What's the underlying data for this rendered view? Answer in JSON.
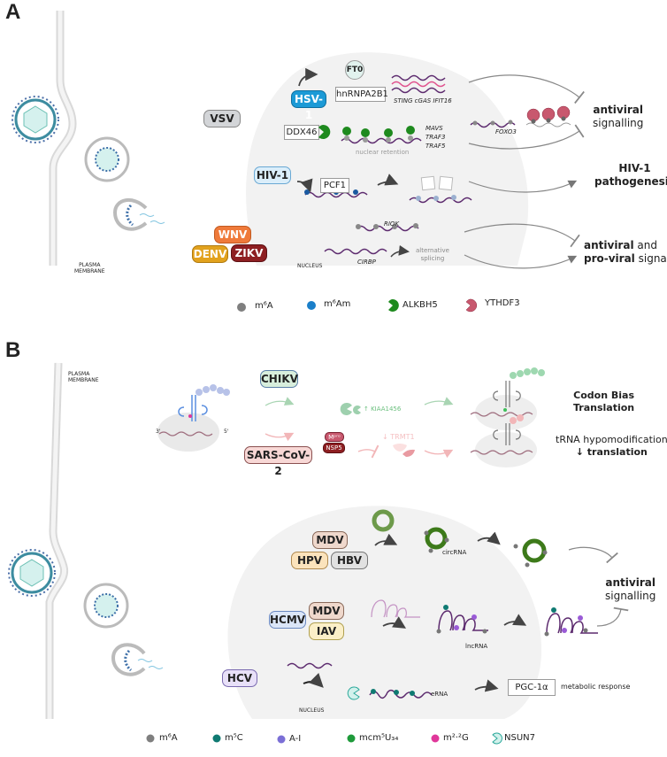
{
  "panel_a": {
    "letter": "A",
    "membrane_label_line1": "PLASMA",
    "membrane_label_line2": "MEMBRANE",
    "nucleus_label": "NUCLEUS",
    "viruses": {
      "hsv1": "HSV-1",
      "vsv": "VSV",
      "hiv1": "HIV-1",
      "wnv": "WNV",
      "denv": "DENV",
      "zikv": "ZIKV"
    },
    "proteins": {
      "fto": "FT0",
      "hnrnpa2b1": "hnRNPA2B1",
      "ddx46": "DDX46",
      "pcf1": "PCF1"
    },
    "gene_labels": {
      "sting": "STING cGAS IFIT16",
      "mavs": "MAVS",
      "traf3": "TRAF3",
      "traf5": "TRAF5",
      "foxo3": "FOXO3",
      "riok": "RIOK",
      "cirbp": "CIRBP"
    },
    "process_labels": {
      "nuclear_retention": "nuclear retention",
      "alt_splicing_1": "alternative",
      "alt_splicing_2": "splicing"
    },
    "outcomes": {
      "antiviral_bold": "antiviral",
      "antiviral_rest": "signalling",
      "hiv_line1": "HIV-1",
      "hiv_line2": "pathogenesis",
      "mixed_bold1": "antiviral",
      "mixed_rest1": " and",
      "mixed_bold2": "pro-viral",
      "mixed_rest2": " signalling"
    },
    "legend": [
      {
        "icon": "grey-dot-icon",
        "label": "m⁶A",
        "color": "#7f7f7f"
      },
      {
        "icon": "blue-dot-icon",
        "label": "m⁶Am",
        "color": "#1a7fc9"
      },
      {
        "icon": "green-pacman-icon",
        "label": "ALKBH5",
        "color": "#1e8a1e"
      },
      {
        "icon": "pink-pacman-icon",
        "label": "YTHDF3",
        "color": "#c8586e"
      }
    ]
  },
  "panel_b": {
    "letter": "B",
    "membrane_label_line1": "PLASMA",
    "membrane_label_line2": "MEMBRANE",
    "nucleus_label": "NUCLEUS",
    "viruses": {
      "chikv": "CHIKV",
      "sars": "SARS-CoV-2",
      "mdv1": "MDV",
      "hpv": "HPV",
      "hbv": "HBV",
      "hcmv": "HCMV",
      "mdv2": "MDV",
      "iav": "IAV",
      "hcv": "HCV"
    },
    "proteins": {
      "kiaa": "↑ KIAA1456",
      "trmt1": "↓ TRMT1",
      "mpro": "Mᵖʳᵒ",
      "nsp5": "NSP5",
      "pgc": "PGC-1α"
    },
    "rna_labels": {
      "circrna": "circRNA",
      "lncrna": "lncRNA",
      "erna": "eRNA",
      "three_prime": "3'",
      "five_prime": "5'"
    },
    "outcomes": {
      "codon_line1": "Codon Bias",
      "codon_line2": "Translation",
      "trna_line1": "tRNA hypomodification",
      "trna_line2": "↓ translation",
      "antiviral_bold": "antiviral",
      "antiviral_rest": "signalling",
      "metabolic": "metabolic response"
    },
    "legend": [
      {
        "icon": "grey-dot-icon",
        "label": "m⁶A",
        "color": "#7f7f7f"
      },
      {
        "icon": "teal-dot-icon",
        "label": "m⁵C",
        "color": "#0f7a72"
      },
      {
        "icon": "purple-dot-icon",
        "label": "A-I",
        "color": "#7b6fd6"
      },
      {
        "icon": "green-dot-icon",
        "label": "mcm⁵U₃₄",
        "color": "#1e9a3a"
      },
      {
        "icon": "magenta-dot-icon",
        "label": "m²·²G",
        "color": "#e0379a"
      },
      {
        "icon": "teal-pacman-icon",
        "label": "NSUN7",
        "color": "#2aa89a"
      }
    ]
  }
}
